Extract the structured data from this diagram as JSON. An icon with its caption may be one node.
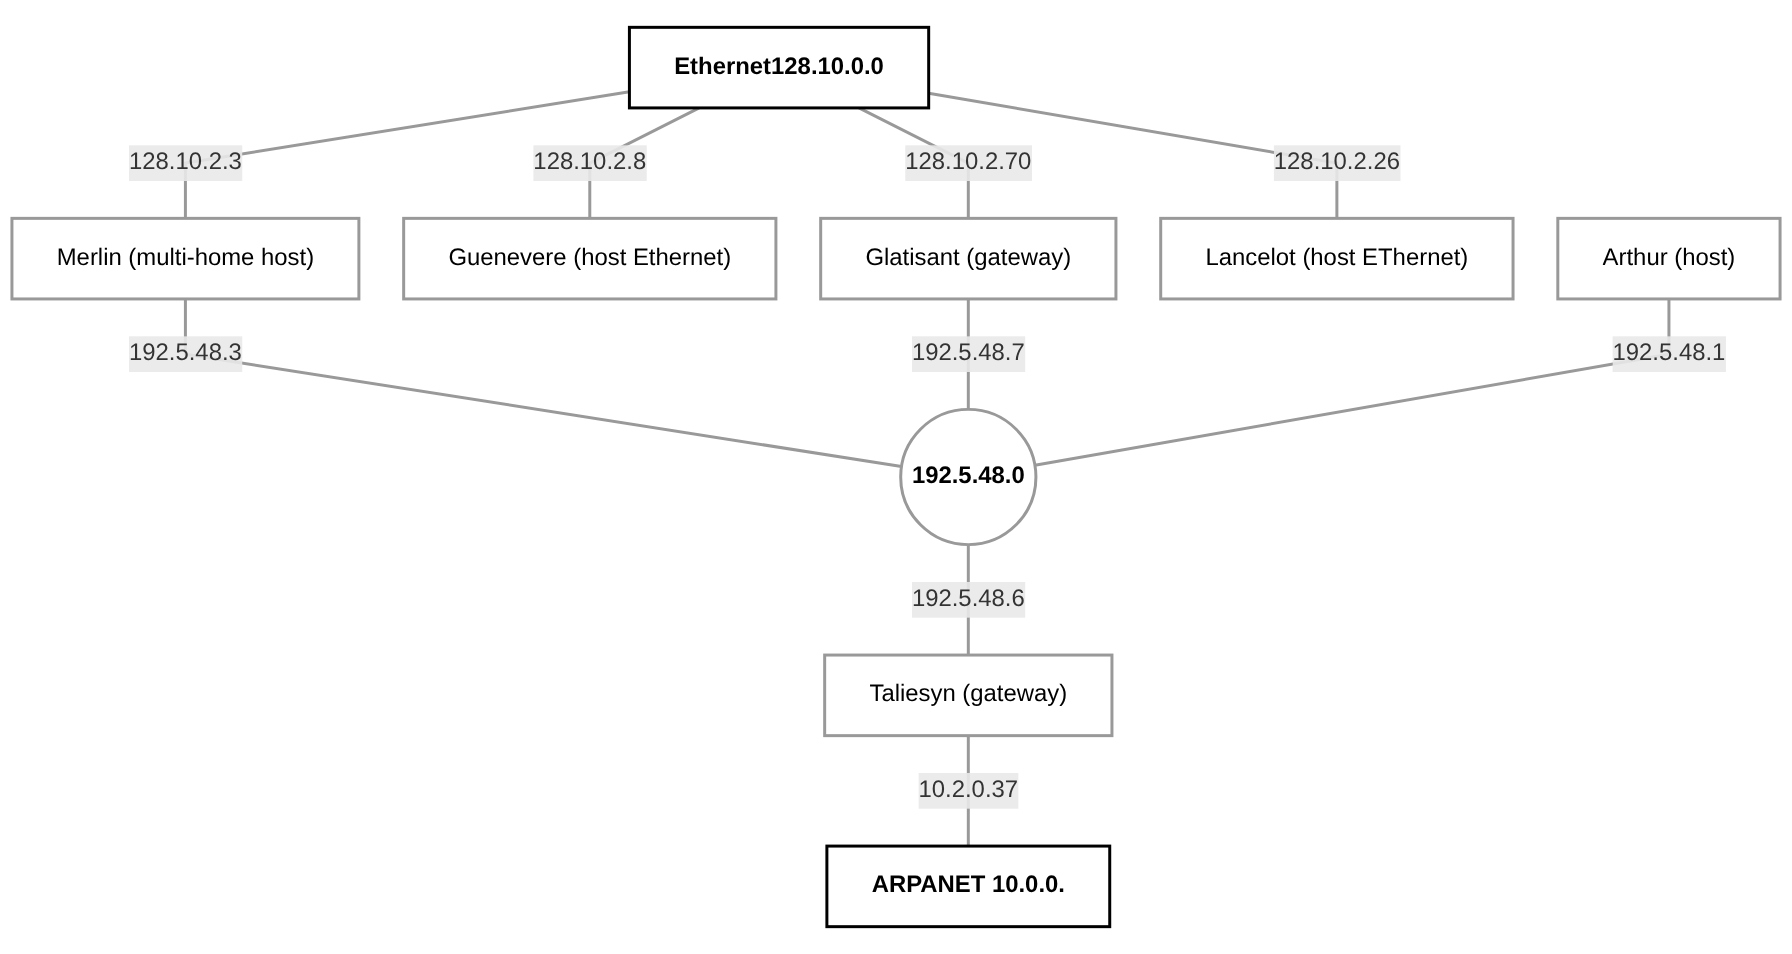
{
  "diagram": {
    "nodes": [
      {
        "text": [
          "Ethernet128.10.0.0"
        ]
      },
      {
        "text": [
          "Merlin (multi-home host)"
        ]
      },
      {
        "text": [
          "Guenevere (host Ethernet)"
        ]
      },
      {
        "text": [
          "Glatisant (gateway)"
        ]
      },
      {
        "text": [
          "Lancelot (host EThernet)"
        ]
      },
      {
        "text": [
          "Arthur (host)"
        ]
      },
      {
        "text": [
          "192.5.48.0"
        ]
      },
      {
        "text": [
          "Taliesyn (gateway)"
        ]
      },
      {
        "text": [
          "ARPANET 10.0.0."
        ]
      }
    ],
    "edges": [
      {
        "from": 0,
        "to": 1,
        "arrow": "none",
        "label": "128.10.2.3"
      },
      {
        "from": 0,
        "to": 2,
        "arrow": "none",
        "label": "128.10.2.8"
      },
      {
        "from": 0,
        "to": 3,
        "arrow": "none",
        "label": "128.10.2.70"
      },
      {
        "from": 0,
        "to": 4,
        "arrow": "none",
        "label": "128.10.2.26"
      },
      {
        "from": 1,
        "to": 6,
        "arrow": "none",
        "label": "192.5.48.3"
      },
      {
        "from": 3,
        "to": 6,
        "arrow": "none",
        "label": "192.5.48.7"
      },
      {
        "from": 5,
        "to": 6,
        "arrow": "none",
        "label": "192.5.48.1"
      },
      {
        "from": 6,
        "to": 7,
        "arrow": "none",
        "label": "192.5.48.6"
      },
      {
        "from": 7,
        "to": 8,
        "arrow": "none",
        "label": "10.2.0.37"
      }
    ]
  }
}
